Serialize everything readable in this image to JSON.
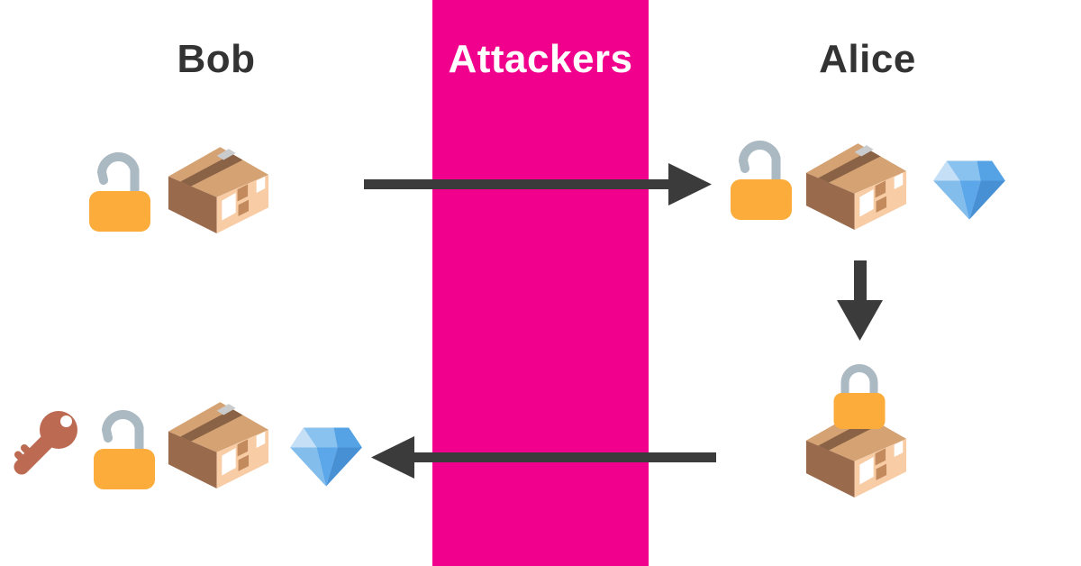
{
  "labels": {
    "bob": "Bob",
    "attackers": "Attackers",
    "alice": "Alice"
  },
  "icon_glyphs": {
    "open_lock": "🔓",
    "closed_lock": "🔒",
    "package": "📦",
    "gem": "💎",
    "key": "🔑"
  },
  "rows": {
    "top_bob": [
      "open-lock",
      "package"
    ],
    "top_alice": [
      "open-lock",
      "package",
      "gem"
    ],
    "middle_alice": [
      "closed-lock",
      "package"
    ],
    "bottom_bob": [
      "key",
      "open-lock",
      "package",
      "gem"
    ]
  },
  "arrows": [
    "bob-to-alice-right",
    "alice-down",
    "alice-to-bob-left"
  ],
  "colors": {
    "attacker_band": "#F0008C",
    "band_label": "#FFFFFF",
    "actor_label": "#333333",
    "arrow": "#3B3B3B",
    "lock_body": "#FBAC3B",
    "lock_shackle": "#ABB9C3",
    "box_top": "#D4A273",
    "box_left": "#9A6A4C",
    "box_front": "#F8CCA5",
    "box_tape_top": "#8A6246",
    "box_tape_front": "#C28A5D",
    "box_label": "#FFFFFF",
    "box_label_gray": "#C9CBCD",
    "gem_crown_light": "#C4DFF6",
    "gem_crown_mid": "#8AC2EF",
    "gem_crown_right": "#55A3E5",
    "gem_pav_left": "#83BDEC",
    "gem_pav_mid": "#5BA7E9",
    "gem_pav_right": "#4890D4",
    "key": "#BD6A52"
  }
}
